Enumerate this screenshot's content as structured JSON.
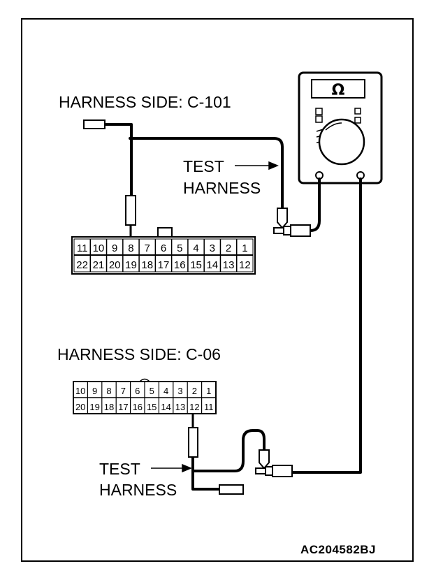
{
  "diagram": {
    "ref_code": "AC204582BJ",
    "connector_top": {
      "label": "HARNESS SIDE: C-101",
      "row1": [
        "11",
        "10",
        "9",
        "8",
        "7",
        "6",
        "5",
        "4",
        "3",
        "2",
        "1"
      ],
      "row2": [
        "22",
        "21",
        "20",
        "19",
        "18",
        "17",
        "16",
        "15",
        "14",
        "13",
        "12"
      ]
    },
    "connector_bottom": {
      "label": "HARNESS SIDE: C-06",
      "row1": [
        "10",
        "9",
        "8",
        "7",
        "6",
        "5",
        "4",
        "3",
        "2",
        "1"
      ],
      "row2": [
        "20",
        "19",
        "18",
        "17",
        "16",
        "15",
        "14",
        "13",
        "12",
        "11"
      ]
    },
    "test_harness_top": {
      "line1": "TEST",
      "line2": "HARNESS"
    },
    "test_harness_bottom": {
      "line1": "TEST",
      "line2": "HARNESS"
    },
    "multimeter": {
      "display_symbol": "Ω",
      "icon": "ohmmeter-icon"
    }
  }
}
